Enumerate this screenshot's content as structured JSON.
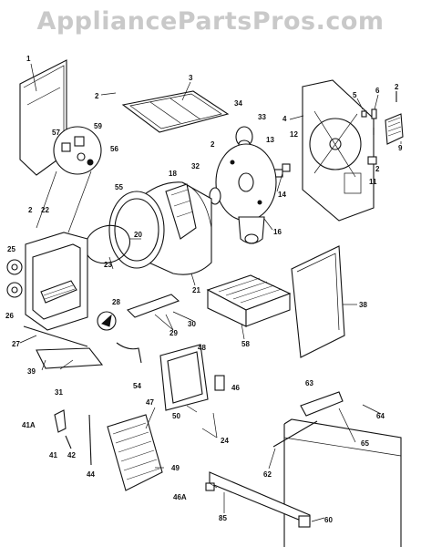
{
  "watermark": "AppliancePartsPros.com",
  "callouts": [
    "1",
    "2",
    "3",
    "4",
    "5",
    "6",
    "2",
    "9",
    "57",
    "59",
    "56",
    "55",
    "34",
    "33",
    "2",
    "32",
    "13",
    "12",
    "14",
    "11",
    "2",
    "18",
    "16",
    "22",
    "2",
    "20",
    "25",
    "26",
    "23",
    "21",
    "28",
    "27",
    "39",
    "31",
    "30",
    "29",
    "58",
    "38",
    "48",
    "46",
    "54",
    "50",
    "47",
    "63",
    "64",
    "65",
    "41A",
    "41",
    "42",
    "44",
    "49",
    "24",
    "62",
    "46A",
    "85",
    "60"
  ]
}
